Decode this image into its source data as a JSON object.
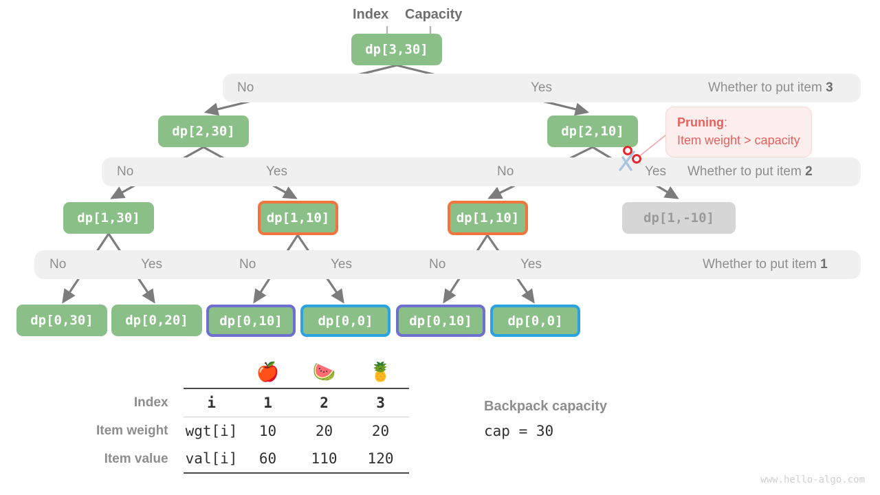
{
  "title": "0-1 Knapsack recursion tree with pruning",
  "annotations": {
    "index_label": "Index",
    "capacity_label": "Capacity"
  },
  "tree": {
    "levels": [
      {
        "nodes": [
          {
            "label": "dp[3,30]",
            "style": "green"
          }
        ]
      },
      {
        "nodes": [
          {
            "label": "dp[2,30]",
            "style": "green"
          },
          {
            "label": "dp[2,10]",
            "style": "green"
          }
        ]
      },
      {
        "nodes": [
          {
            "label": "dp[1,30]",
            "style": "green"
          },
          {
            "label": "dp[1,10]",
            "style": "orange"
          },
          {
            "label": "dp[1,10]",
            "style": "orange"
          },
          {
            "label": "dp[1,-10]",
            "style": "muted"
          }
        ]
      },
      {
        "nodes": [
          {
            "label": "dp[0,30]",
            "style": "green"
          },
          {
            "label": "dp[0,20]",
            "style": "green"
          },
          {
            "label": "dp[0,10]",
            "style": "purple"
          },
          {
            "label": "dp[0,0]",
            "style": "blue"
          },
          {
            "label": "dp[0,10]",
            "style": "purple"
          },
          {
            "label": "dp[0,0]",
            "style": "blue"
          }
        ]
      }
    ]
  },
  "bands": [
    {
      "title": "Whether to put item 3",
      "title_plain": "Whether to put item ",
      "title_num": "3",
      "choices": [
        "No",
        "Yes"
      ]
    },
    {
      "title": "Whether to put item 2",
      "title_plain": "Whether to put item ",
      "title_num": "2",
      "choices": [
        "No",
        "Yes",
        "No",
        "Yes"
      ]
    },
    {
      "title": "Whether to put item 1",
      "title_plain": "Whether to put item ",
      "title_num": "1",
      "choices": [
        "No",
        "Yes",
        "No",
        "Yes",
        "No",
        "Yes"
      ]
    }
  ],
  "pruning": {
    "title": "Pruning",
    "colon": ":",
    "reason": "Item weight > capacity",
    "icon": "scissors-icon",
    "color": "#e8615f",
    "background": "#fdeeee"
  },
  "table": {
    "emoji_row": [
      "🍎",
      "🍉",
      "🍍"
    ],
    "row_labels": [
      "Index",
      "Item weight",
      "Item value"
    ],
    "key_column": [
      "i",
      "wgt[i]",
      "val[i]"
    ],
    "index": [
      "1",
      "2",
      "3"
    ],
    "weights": [
      "10",
      "20",
      "20"
    ],
    "values": [
      "60",
      "110",
      "120"
    ]
  },
  "capacity_note": {
    "title": "Backpack capacity",
    "value": "cap = 30"
  },
  "watermark": "www.hello-algo.com",
  "colors": {
    "node_green": "#8ac087",
    "node_muted": "#d6d6d6",
    "border_orange": "#f0743c",
    "border_purple": "#6f6fd0",
    "border_blue": "#2ba3e0",
    "band_gray": "#f0f0f0",
    "edge_gray": "#7c7c7c",
    "pruning_red": "#e8615f"
  }
}
